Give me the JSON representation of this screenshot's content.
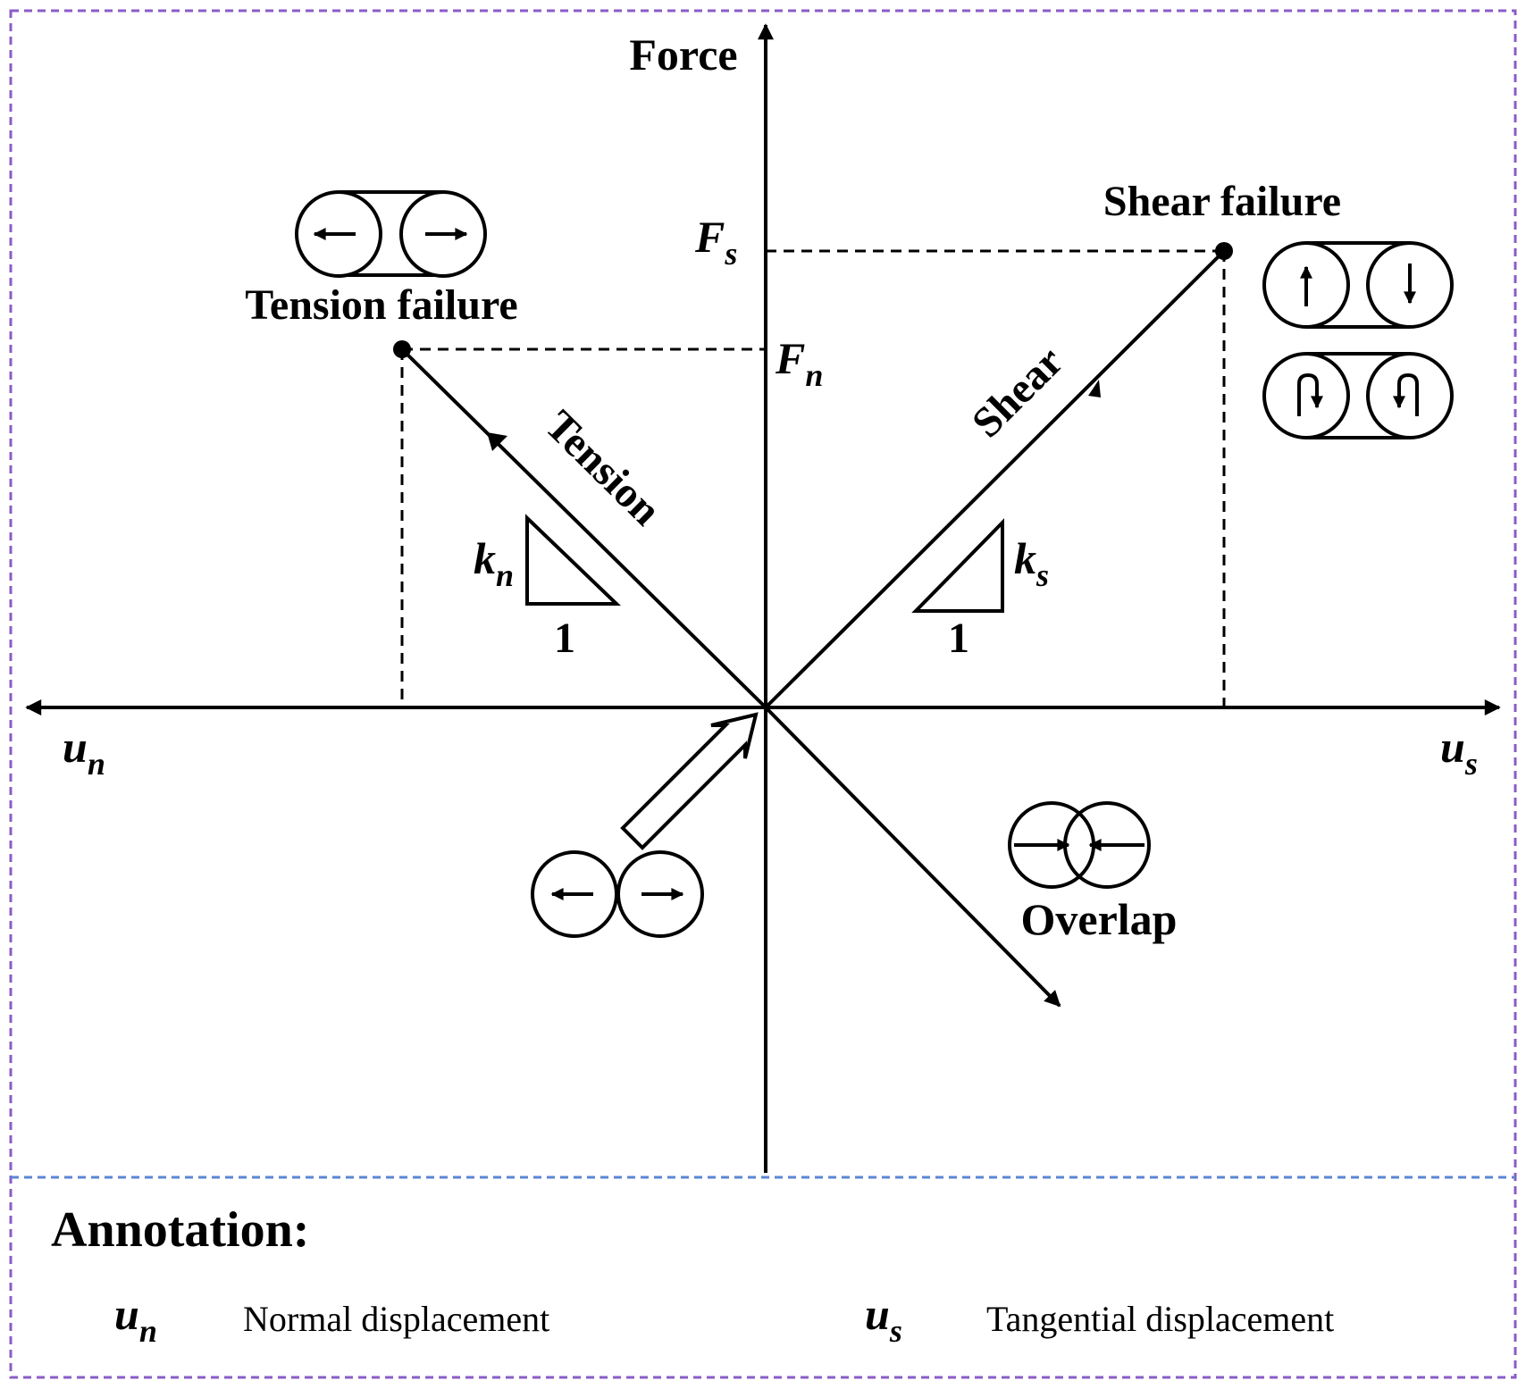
{
  "frame_colors": {
    "outer": "#8a5cc7",
    "divider": "#5b86d4",
    "ink": "#000000"
  },
  "axes": {
    "force_label": "Force",
    "x_left_label": "u",
    "x_left_sub": "n",
    "x_right_label": "u",
    "x_right_sub": "s"
  },
  "levels": {
    "fs_label": "F",
    "fs_sub": "s",
    "fn_label": "F",
    "fn_sub": "n"
  },
  "labels": {
    "shear_failure": "Shear failure",
    "tension_failure": "Tension failure",
    "tension": "Tension",
    "shear": "Shear",
    "overlap": "Overlap"
  },
  "slopes": {
    "kn_label": "k",
    "kn_sub": "n",
    "kn_run": "1",
    "ks_label": "k",
    "ks_sub": "s",
    "ks_run": "1"
  },
  "icons": [
    "pulled-apart-particles-icon",
    "shear-sliding-particles-icon",
    "rolling-particles-icon",
    "touching-particles-icon",
    "overlapping-particles-icon",
    "hollow-arrow-icon"
  ],
  "annotation": {
    "title": "Annotation:",
    "items": [
      {
        "symbol": "u",
        "sub": "n",
        "text": "Normal displacement"
      },
      {
        "symbol": "u",
        "sub": "s",
        "text": "Tangential displacement"
      }
    ]
  }
}
